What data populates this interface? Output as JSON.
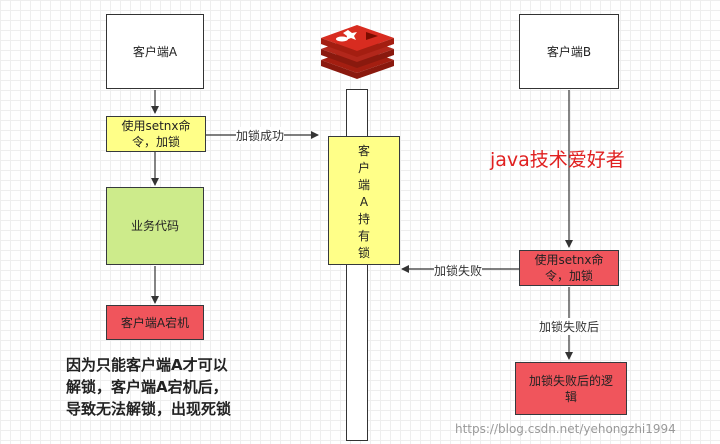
{
  "client_a": {
    "label": "客户端A"
  },
  "client_b": {
    "label": "客户端B"
  },
  "setnx_a": {
    "label": "使用setnx命令，加锁"
  },
  "setnx_b": {
    "label": "使用setnx命令，加锁"
  },
  "business_code": {
    "label": "业务代码"
  },
  "client_a_crash": {
    "label": "客户端A宕机"
  },
  "lock_holder": {
    "chars": [
      "客",
      "户",
      "端",
      "A",
      "持",
      "有",
      "锁"
    ]
  },
  "edges": {
    "lock_success": "加锁成功",
    "lock_fail": "加锁失败",
    "after_lock_fail": "加锁失败后"
  },
  "fail_logic": {
    "label": "加锁失败后的逻辑"
  },
  "watermark_text": "java技术爱好者",
  "note": {
    "lines": [
      "因为只能客户端A才可以",
      "解锁，客户端A宕机后，",
      "导致无法解锁，出现死锁"
    ]
  },
  "footer_url": "https://blog.csdn.net/yehongzhi1994",
  "colors": {
    "yellow": "#ffff88",
    "green": "#cdeb8b",
    "red": "#f0555c",
    "redis_red": "#d82c20",
    "watermark": "#e02020"
  },
  "icons": {
    "redis": "redis-logo-icon"
  }
}
